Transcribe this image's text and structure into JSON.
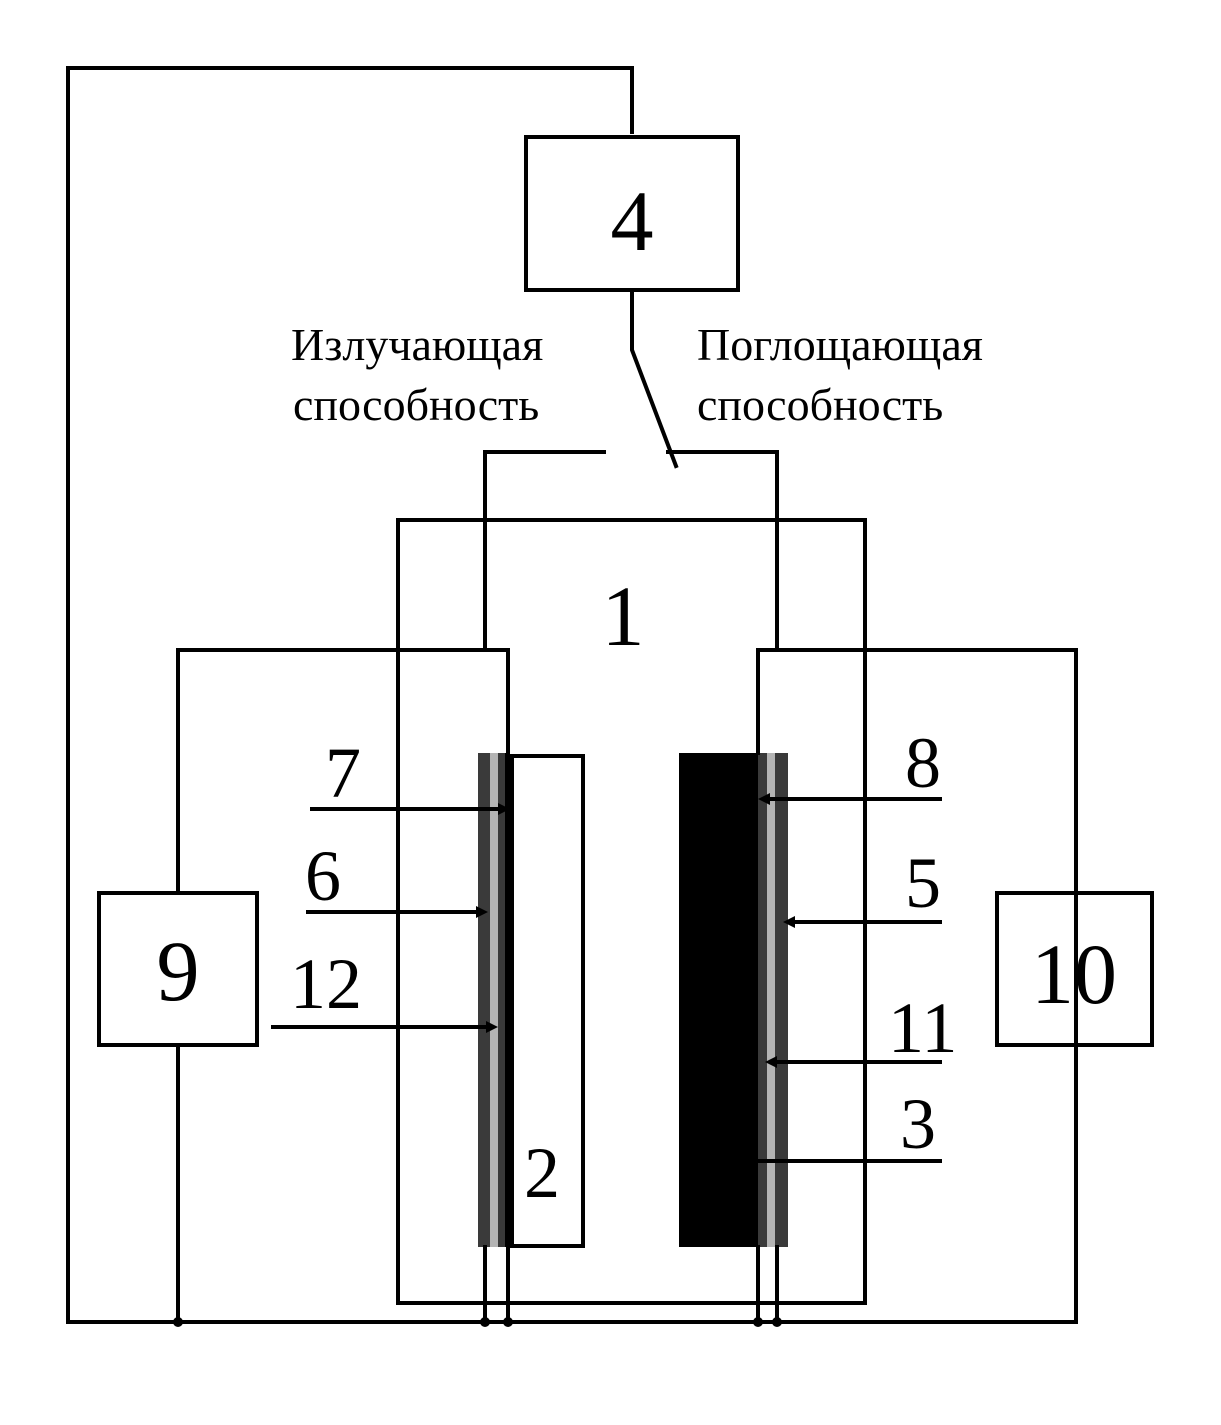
{
  "labels": {
    "block_4": "4",
    "block_9": "9",
    "block_10": "10",
    "chamber_1": "1",
    "sample_2": "2",
    "ref_3": "3",
    "ref_5": "5",
    "ref_6": "6",
    "ref_7": "7",
    "ref_8": "8",
    "ref_11": "11",
    "ref_12": "12"
  },
  "captions": {
    "left_line1": "Излучающая",
    "left_line2": "способность",
    "right_line1": "Поглощающая",
    "right_line2": "способность"
  },
  "colors": {
    "line": "#000000",
    "heater_dark": "#3a3a3a",
    "heater_light": "#b4b4b4",
    "black_body": "#000000"
  }
}
